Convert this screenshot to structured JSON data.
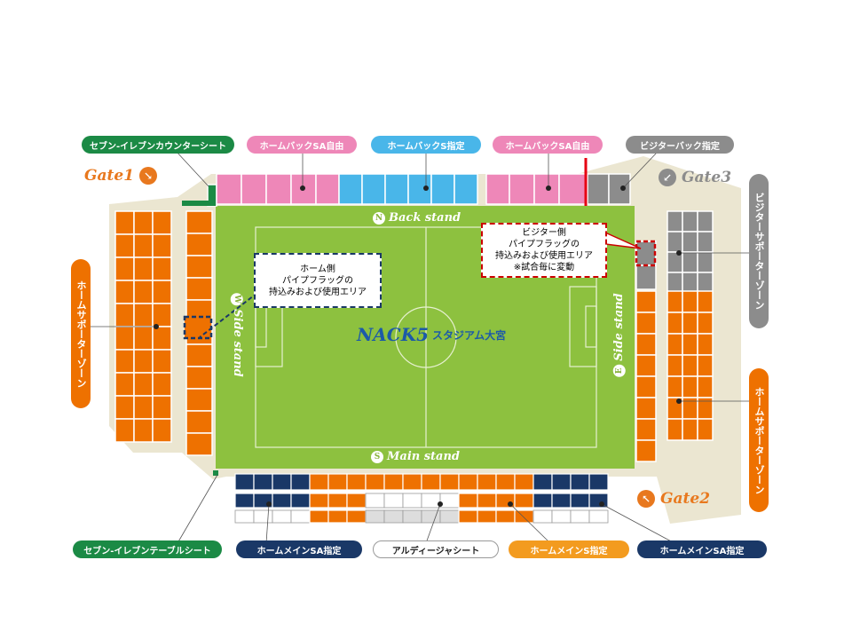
{
  "stadium": {
    "logo_mark": "NACK5",
    "logo_text": "スタジアム大宮",
    "stands": {
      "back": {
        "letter": "N",
        "label": "Back stand"
      },
      "main": {
        "letter": "S",
        "label": "Main stand"
      },
      "west": {
        "letter": "W",
        "label": "Side stand"
      },
      "east": {
        "letter": "E",
        "label": "Side stand"
      }
    }
  },
  "gates": [
    {
      "label": "Gate1",
      "arrow": "↘"
    },
    {
      "label": "Gate2",
      "arrow": "↖"
    },
    {
      "label": "Gate3",
      "arrow": "↙"
    }
  ],
  "seat_labels": {
    "seven_counter": "セブン-イレブンカウンターシート",
    "home_back_sa_left": "ホームバックSA自由",
    "home_back_s": "ホームバックS指定",
    "home_back_sa_right": "ホームバックSA自由",
    "visitor_back": "ビジターバック指定",
    "visitor_supporter": "ビジターサポーターゾーン",
    "home_supporter_west": "ホームサポーターゾーン",
    "home_supporter_east": "ホームサポーターゾーン",
    "seven_table": "セブン-イレブンテーブルシート",
    "home_main_sa_left": "ホームメインSA指定",
    "ardija": "アルディージャシート",
    "home_main_s": "ホームメインS指定",
    "home_main_sa_right": "ホームメインSA指定"
  },
  "callouts": {
    "home": [
      "ホーム側",
      "パイプフラッグの",
      "持込みおよび使用エリア"
    ],
    "visitor": [
      "ビジター側",
      "パイプフラッグの",
      "持込みおよび使用エリア",
      "※試合毎に変動"
    ]
  },
  "colors": {
    "home_orange": "#ee7100",
    "sa_pink": "#ee87b8",
    "s_blue": "#49b6e9",
    "navy": "#1a3867",
    "visitor_gray": "#8c8c8c",
    "green_seat": "#1b8a45",
    "pitch": "#8dc13f",
    "concourse": "#ebe6d1",
    "home_callout_border": "#1a3867",
    "visitor_callout_border": "#cc0000"
  }
}
